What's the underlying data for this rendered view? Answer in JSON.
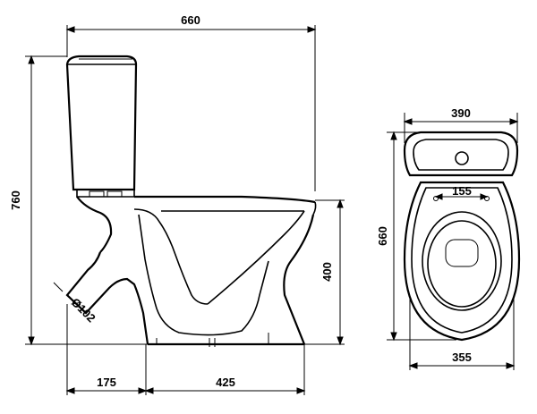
{
  "side_view": {
    "overall_width": "660",
    "overall_height": "760",
    "bowl_height": "400",
    "outlet_diameter": "Ø102",
    "outlet_offset": "175",
    "base_to_back": "425"
  },
  "top_view": {
    "tank_width": "390",
    "overall_depth": "660",
    "seat_bolt_spacing": "155",
    "base_width": "355"
  }
}
